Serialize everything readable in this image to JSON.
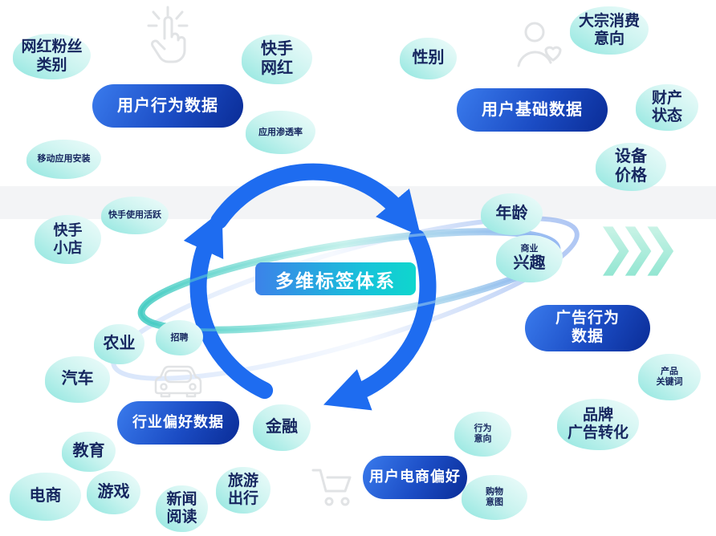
{
  "center": {
    "label": "多维标签体系"
  },
  "categories": [
    {
      "line1": "用户行为数据"
    },
    {
      "line1": "用户基础数据"
    },
    {
      "line1": "广告行为",
      "line2": "数据"
    },
    {
      "line1": "行业偏好数据"
    },
    {
      "line1": "用户电商偏好"
    }
  ],
  "bubbles": [
    {
      "line1": "网红粉丝",
      "line2": "类别"
    },
    {
      "line1": "快手",
      "line2": "网红"
    },
    {
      "line1": "性别"
    },
    {
      "line1": "大宗消费",
      "line2": "意向"
    },
    {
      "line1": "财产",
      "line2": "状态"
    },
    {
      "line1": "设备",
      "line2": "价格"
    },
    {
      "line1": "移动应用安装"
    },
    {
      "line1": "应用渗透率"
    },
    {
      "line1": "快手使用活跃"
    },
    {
      "line1": "快手",
      "line2": "小店"
    },
    {
      "line1": "年龄"
    },
    {
      "line1": "商业",
      "line2": "兴趣"
    },
    {
      "line1": "农业"
    },
    {
      "line1": "招聘"
    },
    {
      "line1": "汽车"
    },
    {
      "line1": "教育"
    },
    {
      "line1": "金融"
    },
    {
      "line1": "电商"
    },
    {
      "line1": "游戏"
    },
    {
      "line1": "新闻",
      "line2": "阅读"
    },
    {
      "line1": "旅游",
      "line2": "出行"
    },
    {
      "line1": "行为",
      "line2": "意向"
    },
    {
      "line1": "购物",
      "line2": "意图"
    },
    {
      "line1": "品牌",
      "line2": "广告转化"
    },
    {
      "line1": "产品",
      "line2": "关键词"
    }
  ],
  "icons": [
    "tap-icon",
    "person-heart-icon",
    "car-icon",
    "shopping-cart-icon",
    "triple-chevron-right-icon",
    "cycle-arrows-icon"
  ],
  "colors": {
    "category_pill_gradient": [
      "#3a7bed",
      "#0a2c96"
    ],
    "tag_bubble_gradient": [
      "#8fe6df",
      "#effcfb"
    ],
    "center_badge_gradient": [
      "#3c82e9",
      "#0fd6cd"
    ],
    "cycle_arrow": "#1e6cf0",
    "chevron": "#a6ebd8",
    "tag_text": "#16265f",
    "pill_text": "#ffffff",
    "background_band": "#f3f4f6",
    "icon_outline": "#e1e3e5"
  }
}
